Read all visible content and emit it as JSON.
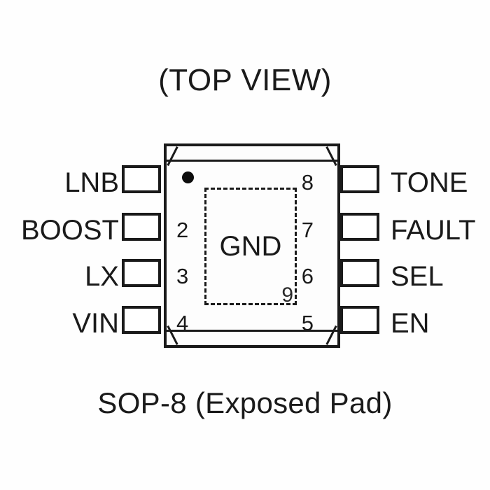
{
  "diagram": {
    "title": "(TOP VIEW)",
    "caption": "SOP-8 (Exposed Pad)",
    "package": "SOP-8",
    "colors": {
      "outline": "#1a1a1a",
      "background": "#fefefe",
      "lead_fill": "#ffffff"
    },
    "exposed_pad": {
      "label": "GND",
      "number": "9"
    },
    "pin_one_marker": "dot"
  },
  "pins": {
    "left": [
      {
        "number": "",
        "label": "LNB",
        "number_shown": false
      },
      {
        "number": "2",
        "label": "BOOST",
        "number_shown": true
      },
      {
        "number": "3",
        "label": "LX",
        "number_shown": true
      },
      {
        "number": "4",
        "label": "VIN",
        "number_shown": true
      }
    ],
    "right": [
      {
        "number": "8",
        "label": "TONE",
        "number_shown": true
      },
      {
        "number": "7",
        "label": "FAULT",
        "number_shown": true
      },
      {
        "number": "6",
        "label": "SEL",
        "number_shown": true
      },
      {
        "number": "5",
        "label": "EN",
        "number_shown": true
      }
    ]
  }
}
